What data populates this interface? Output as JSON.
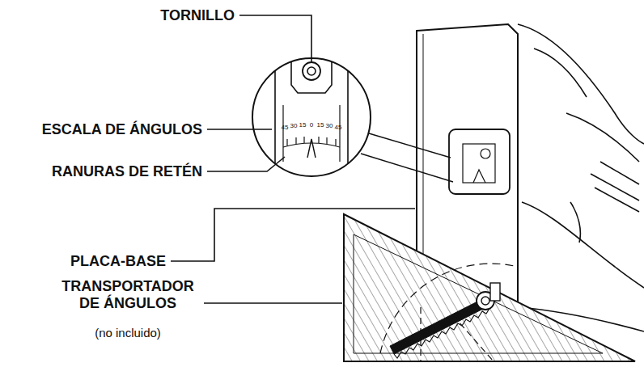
{
  "diagram": {
    "labels": [
      "TORNILLO",
      "ESCALA DE ÁNGULOS",
      "RANURAS DE RETÉN",
      "PLACA-BASE",
      "TRANSPORTADOR DE ÁNGULOS",
      "(no incluido)",
      "45",
      "30",
      "15",
      "0",
      "15",
      "30",
      "45"
    ]
  }
}
